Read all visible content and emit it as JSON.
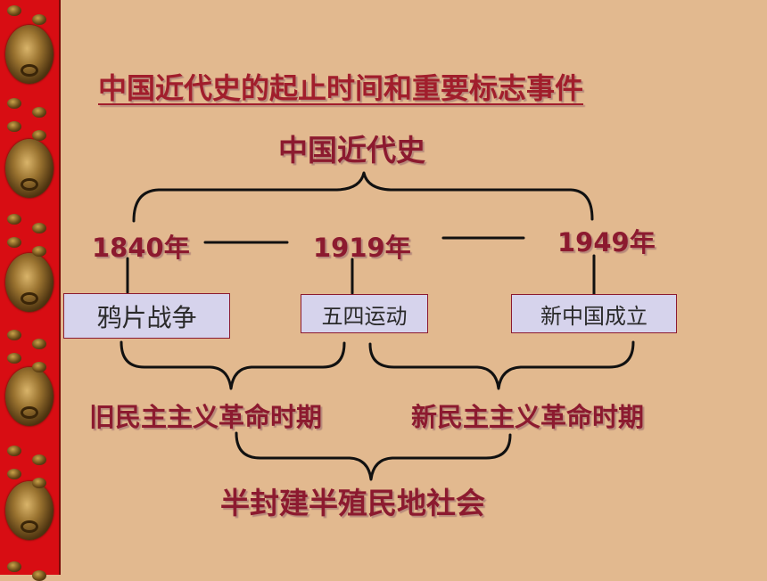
{
  "slide": {
    "title": "中国近代史的起止时间和重要标志事件",
    "top_label": "中国近代史",
    "years": [
      "1840年",
      "1919年",
      "1949年"
    ],
    "events": [
      "鸦片战争",
      "五四运动",
      "新中国成立"
    ],
    "periods": [
      "旧民主主义革命时期",
      "新民主主义革命时期"
    ],
    "society": "半封建半殖民地社会"
  },
  "colors": {
    "background": "#e2b98f",
    "side_strip": "#d80d13",
    "text": "#8c1a2f",
    "box_fill": "#d6d3ec"
  }
}
